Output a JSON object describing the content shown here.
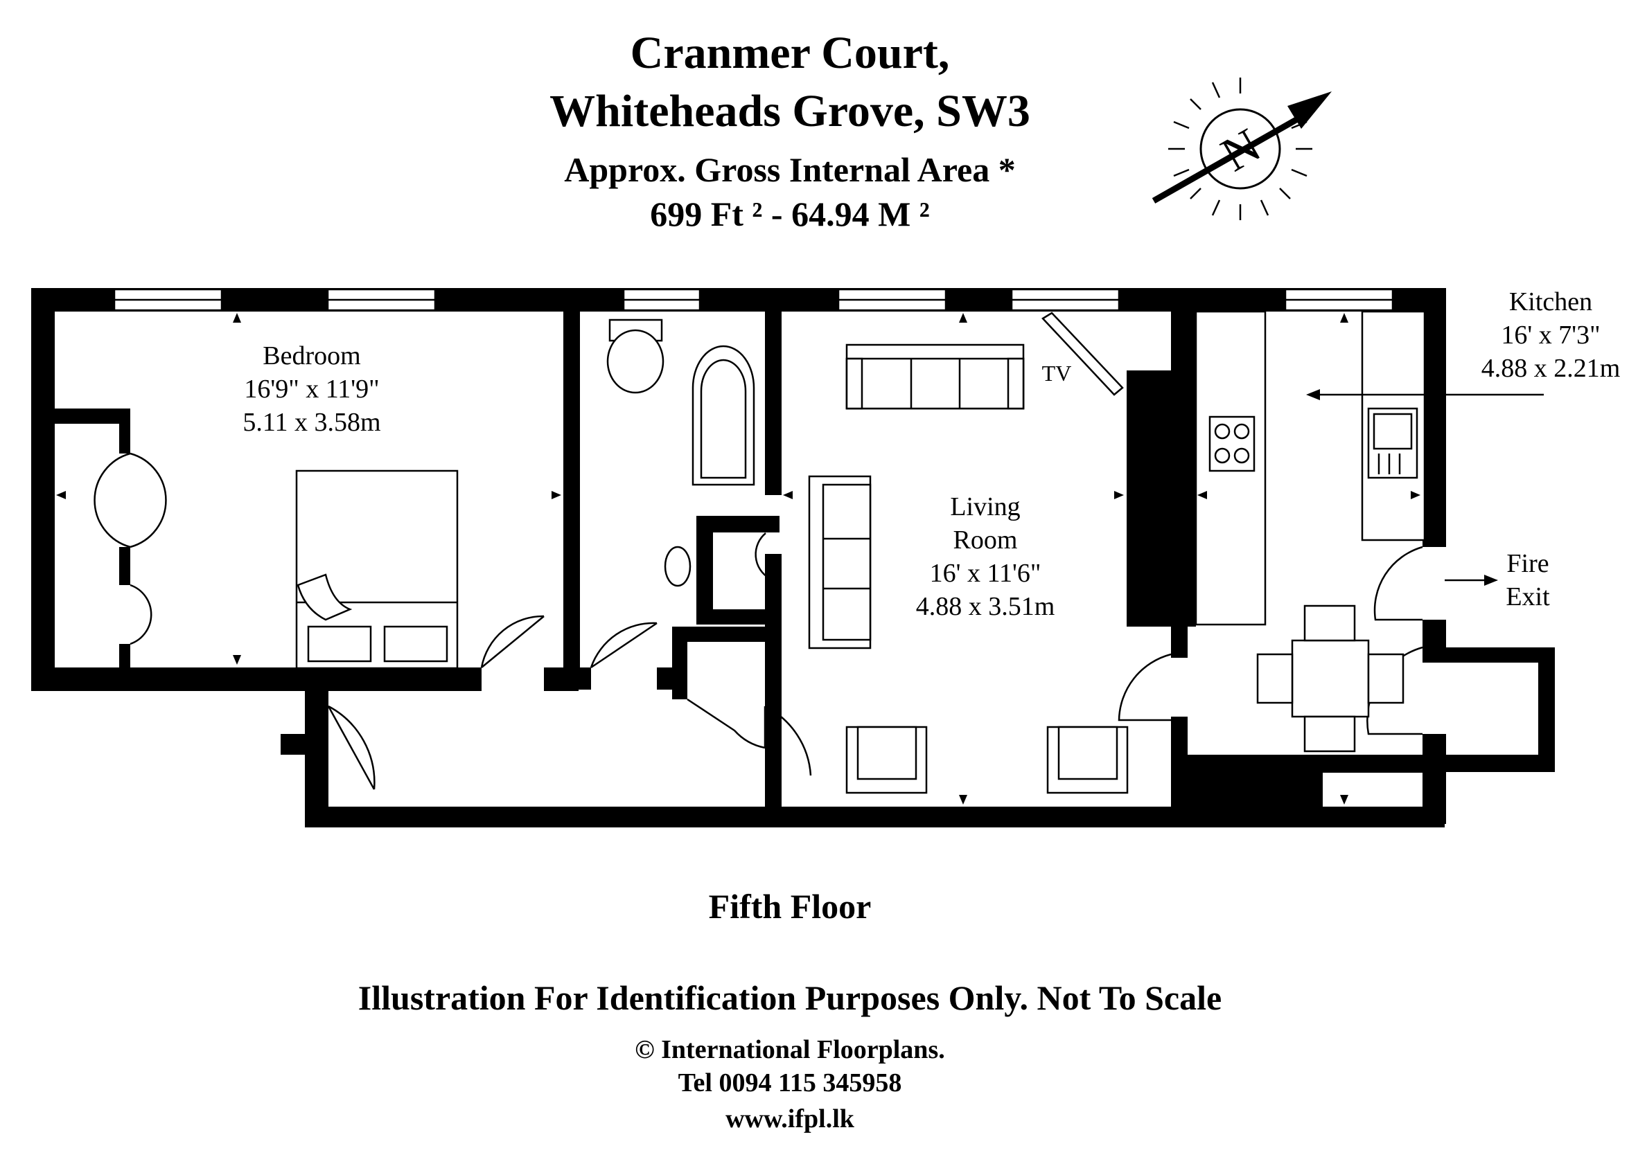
{
  "header": {
    "line1": "Cranmer Court,",
    "line2": "Whiteheads Grove, SW3",
    "line3": "Approx. Gross Internal Area *",
    "line4": "699 Ft ²  -  64.94 M ²"
  },
  "compass": {
    "letter": "N",
    "icon": "north-arrow-icon"
  },
  "rooms": {
    "bedroom": {
      "name": "Bedroom",
      "imperial": "16'9\" x 11'9\"",
      "metric": "5.11 x 3.58m"
    },
    "living": {
      "name1": "Living",
      "name2": "Room",
      "imperial": "16' x 11'6\"",
      "metric": "4.88 x 3.51m"
    },
    "kitchen": {
      "name": "Kitchen",
      "imperial": "16' x 7'3\"",
      "metric": "4.88 x 2.21m"
    },
    "tv": "TV",
    "fire_exit_1": "Fire",
    "fire_exit_2": "Exit"
  },
  "floor_label": "Fifth Floor",
  "disclaimer": "Illustration For Identification Purposes Only. Not To Scale",
  "footer": {
    "company": "© International Floorplans.",
    "tel": "Tel 0094 115 345958",
    "web": "www.ifpl.lk"
  }
}
